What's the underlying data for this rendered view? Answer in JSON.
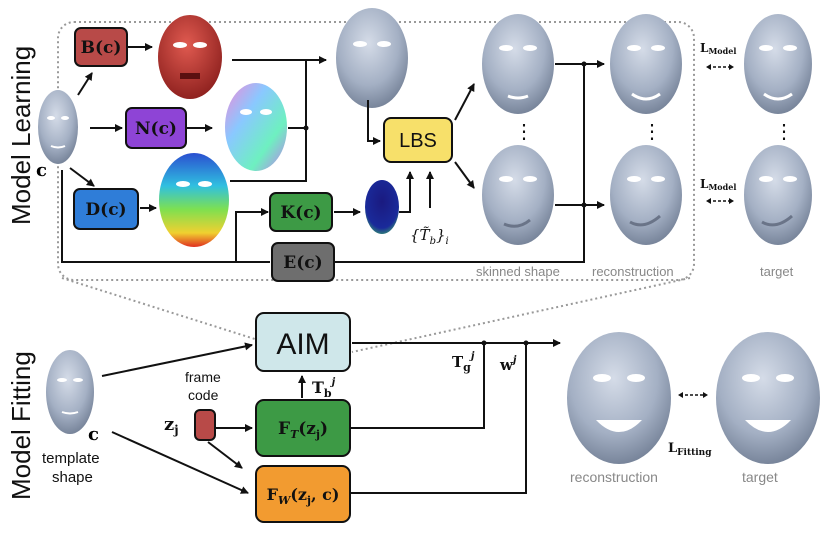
{
  "sections": {
    "learning": "Model Learning",
    "fitting": "Model Fitting"
  },
  "blocks": {
    "B": "B(c)",
    "N": "N(c)",
    "D": "D(c)",
    "K": "K(c)",
    "E": "E(c)",
    "LBS": "LBS",
    "AIM": "AIM",
    "FT": "F",
    "FT_sub": "T",
    "FT_arg": "(z",
    "FT_arg_sub": "j",
    "FT_close": ")",
    "FW": "F",
    "FW_sub": "W",
    "FW_arg": "(z",
    "FW_arg_sub": "j",
    "FW_close": ", c)"
  },
  "labels": {
    "c_top": "c",
    "c_bottom": "c",
    "Tb_set": "{T̃",
    "Tb_set_sub": "b",
    "Tb_set_end": "}",
    "Tb_set_i": "i",
    "Tb_arrow": "T",
    "Tb_arrow_sub": "b",
    "Tb_arrow_sup": "j",
    "Tg": "T",
    "Tg_sub": "g",
    "Tg_sup": "j",
    "w": "w",
    "w_sup": "j",
    "zj": "z",
    "zj_sub": "j",
    "frame_code_1": "frame",
    "frame_code_2": "code",
    "template_1": "template",
    "template_2": "shape",
    "skinned": "skinned shape",
    "recon_top": "reconstruction",
    "target_top": "target",
    "recon_bottom": "reconstruction",
    "target_bottom": "target",
    "L_model_1": "L",
    "L_model_1_sub": "Model",
    "L_model_2": "L",
    "L_model_2_sub": "Model",
    "L_fit": "L",
    "L_fit_sub": "Fitting",
    "dots": "⋮"
  },
  "colors": {
    "B": "#b84a48",
    "N": "#8e44d6",
    "D": "#2f7dd8",
    "K": "#3d9a45",
    "E": "#6e6e6e",
    "LBS": "#f7e06a",
    "AIM": "#cfe7ea",
    "FT": "#3d9a45",
    "FW": "#f29b30",
    "face": "#a8b4c8",
    "zj_block": "#b84a48"
  }
}
